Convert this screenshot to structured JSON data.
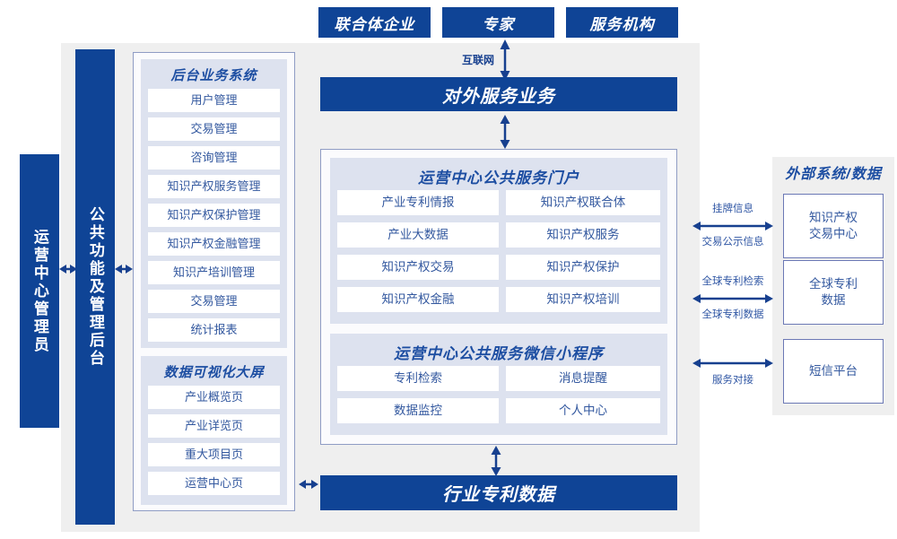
{
  "diagram": {
    "title_colors": {
      "deep_blue": "#0f4496",
      "panel_lavender": "#dde2ef",
      "stage_gray": "#efefef",
      "text_blue": "#33589f",
      "border_blue": "#6b78b5"
    },
    "top_actors": [
      {
        "label": "联合体企业"
      },
      {
        "label": "专家"
      },
      {
        "label": "服务机构"
      }
    ],
    "internet_label": "互联网",
    "external_service_bar": "对外服务业务",
    "industry_data_bar": "行业专利数据",
    "left_roles": [
      {
        "label": "运营中心管理员"
      },
      {
        "label": "公共功能及管理后台"
      }
    ],
    "backend_system": {
      "title": "后台业务系统",
      "items": [
        {
          "label": "用户管理"
        },
        {
          "label": "交易管理"
        },
        {
          "label": "咨询管理"
        },
        {
          "label": "知识产权服务管理"
        },
        {
          "label": "知识产权保护管理"
        },
        {
          "label": "知识产权金融管理"
        },
        {
          "label": "知识产培训管理"
        },
        {
          "label": "交易管理"
        },
        {
          "label": "统计报表"
        }
      ]
    },
    "visualization_screen": {
      "title": "数据可视化大屏",
      "items": [
        {
          "label": "产业概览页"
        },
        {
          "label": "产业详览页"
        },
        {
          "label": "重大项目页"
        },
        {
          "label": "运营中心页"
        }
      ]
    },
    "public_portal": {
      "title": "运营中心公共服务门户",
      "items": [
        {
          "label": "产业专利情报"
        },
        {
          "label": "知识产权联合体"
        },
        {
          "label": "产业大数据"
        },
        {
          "label": "知识产权服务"
        },
        {
          "label": "知识产权交易"
        },
        {
          "label": "知识产权保护"
        },
        {
          "label": "知识产权金融"
        },
        {
          "label": "知识产权培训"
        }
      ]
    },
    "mini_program": {
      "title": "运营中心公共服务微信小程序",
      "items": [
        {
          "label": "专利检索"
        },
        {
          "label": "消息提醒"
        },
        {
          "label": "数据监控"
        },
        {
          "label": "个人中心"
        }
      ]
    },
    "external": {
      "title": "外部系统/数据",
      "boxes": [
        {
          "label": "知识产权\n交易中心"
        },
        {
          "label": "全球专利\n数据"
        },
        {
          "label": "短信平台"
        }
      ],
      "connectors": [
        {
          "above": "挂牌信息",
          "below": "交易公示信息"
        },
        {
          "above": "全球专利检索",
          "below": "全球专利数据"
        },
        {
          "above": "",
          "below": "服务对接"
        }
      ]
    }
  }
}
